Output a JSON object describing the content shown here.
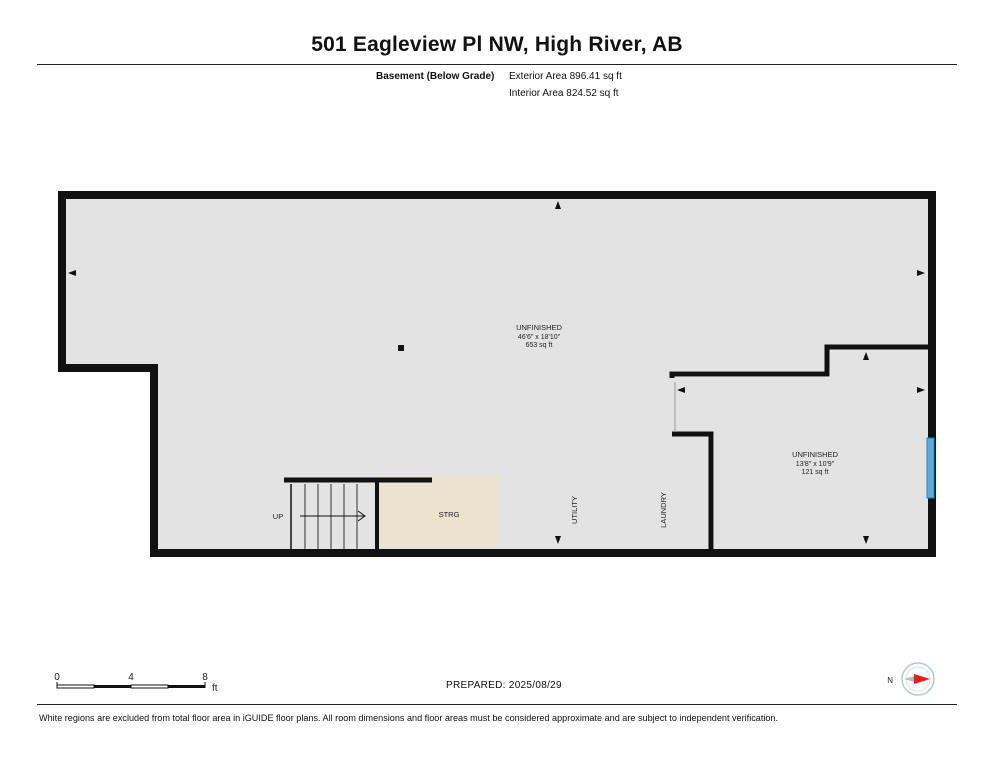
{
  "header": {
    "address": "501 Eagleview Pl NW, High River, AB",
    "level_name": "Basement (Below Grade)",
    "exterior_area": "Exterior Area 896.41 sq ft",
    "interior_area": "Interior Area 824.52 sq ft"
  },
  "rooms": {
    "main": {
      "name": "UNFINISHED",
      "dimensions": "46'6\" x 18'10\"",
      "area": "653 sq ft"
    },
    "side": {
      "name": "UNFINISHED",
      "dimensions": "13'8\" x 10'9\"",
      "area": "121 sq ft"
    },
    "storage": "STRG",
    "utility": "UTILITY",
    "laundry": "LAUNDRY",
    "stairs": "UP"
  },
  "colors": {
    "wall": "#111111",
    "floor": "#e3e3e3",
    "storage_floor": "#ece3cf",
    "window": "#5aaee0",
    "compass_needle": "#e0201e"
  },
  "scale_bar": {
    "ticks": [
      "0",
      "4",
      "8"
    ],
    "unit": "ft"
  },
  "compass": {
    "north_label": "N"
  },
  "footer": {
    "prepared": "PREPARED:  2025/08/29",
    "disclaimer": "White regions are excluded from total floor area in iGUIDE floor plans. All room dimensions and floor areas must be considered approximate and are subject to independent verification."
  }
}
